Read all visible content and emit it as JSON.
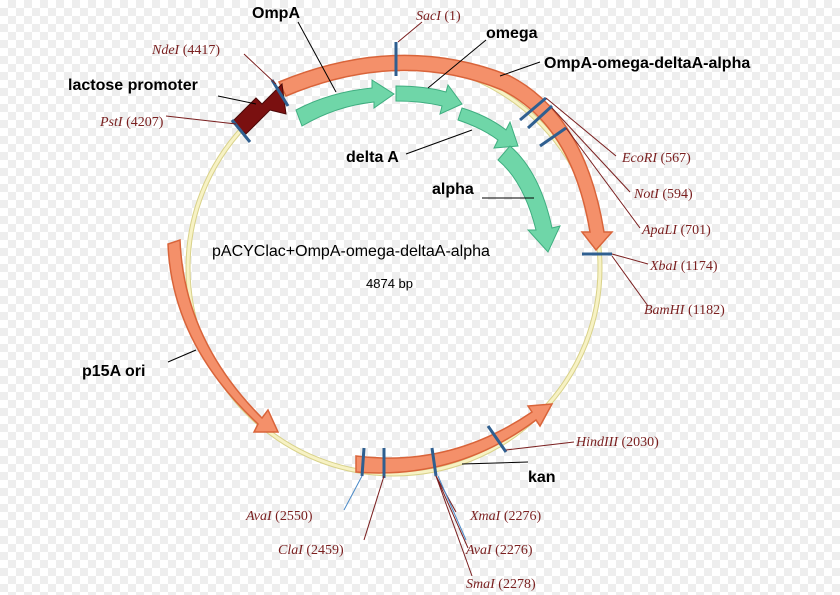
{
  "plasmid": {
    "name": "pACYClac+OmpA-omega-deltaA-alpha",
    "size": "4874 bp"
  },
  "features": [
    {
      "label": "OmpA"
    },
    {
      "label": "omega"
    },
    {
      "label": "OmpA-omega-deltaA-alpha"
    },
    {
      "label": "lactose promoter"
    },
    {
      "label": "delta A"
    },
    {
      "label": "alpha"
    },
    {
      "label": "p15A ori"
    },
    {
      "label": "kan"
    }
  ],
  "sites": [
    {
      "enzyme": "SacI",
      "position": "(1)"
    },
    {
      "enzyme": "NdeI",
      "position": "(4417)"
    },
    {
      "enzyme": "PstI",
      "position": "(4207)"
    },
    {
      "enzyme": "EcoRI",
      "position": "(567)"
    },
    {
      "enzyme": "NotI",
      "position": "(594)"
    },
    {
      "enzyme": "ApaLI",
      "position": "(701)"
    },
    {
      "enzyme": "XbaI",
      "position": "(1174)"
    },
    {
      "enzyme": "BamHI",
      "position": "(1182)"
    },
    {
      "enzyme": "HindIII",
      "position": "(2030)"
    },
    {
      "enzyme": "AvaI",
      "position": "(2550)"
    },
    {
      "enzyme": "ClaI",
      "position": "(2459)"
    },
    {
      "enzyme": "XmaI",
      "position": "(2276)"
    },
    {
      "enzyme": "AvaI",
      "position": "(2276)"
    },
    {
      "enzyme": "SmaI",
      "position": "(2278)"
    }
  ],
  "colors": {
    "backbone": "#f5efb0",
    "feature_orange": "#f4906a",
    "feature_orange_dark": "#d9643a",
    "feature_green": "#6fd6a8",
    "promoter": "#7a1010",
    "site_tick": "#2f5f90",
    "site_text": "#7a1f1f"
  }
}
